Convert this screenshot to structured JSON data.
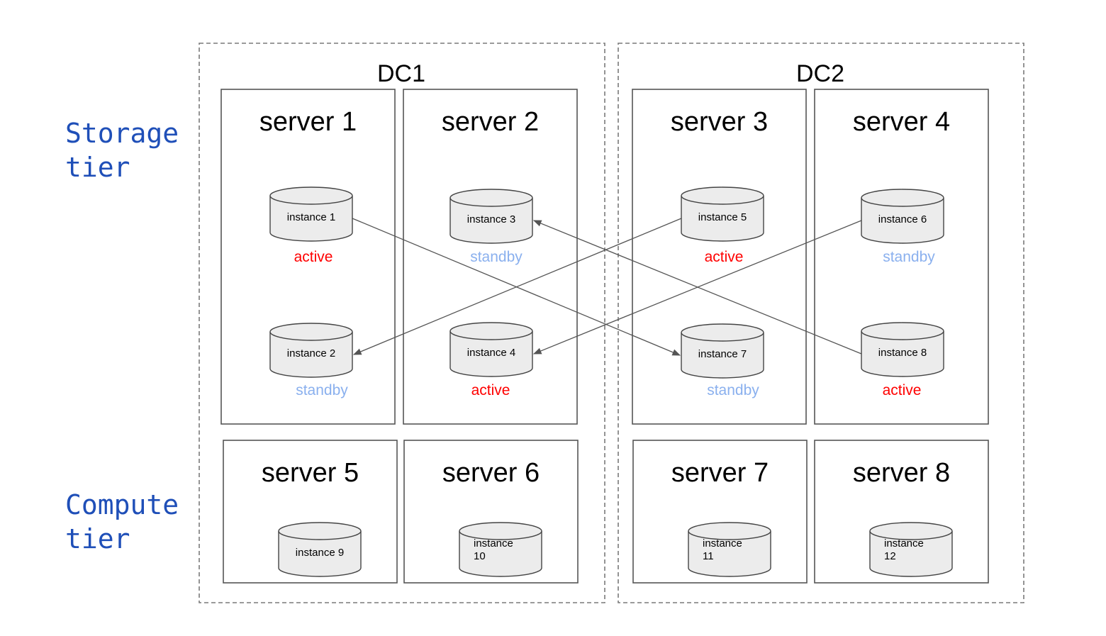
{
  "tiers": {
    "storage": "Storage\ntier",
    "compute": "Compute\ntier"
  },
  "datacenters": [
    {
      "id": "dc1",
      "label": "DC1"
    },
    {
      "id": "dc2",
      "label": "DC2"
    }
  ],
  "servers": [
    {
      "id": "s1",
      "label": "server 1"
    },
    {
      "id": "s2",
      "label": "server 2"
    },
    {
      "id": "s3",
      "label": "server 3"
    },
    {
      "id": "s4",
      "label": "server 4"
    },
    {
      "id": "s5",
      "label": "server 5"
    },
    {
      "id": "s6",
      "label": "server 6"
    },
    {
      "id": "s7",
      "label": "server 7"
    },
    {
      "id": "s8",
      "label": "server 8"
    }
  ],
  "instances": [
    {
      "id": "i1",
      "lines": [
        "instance 1"
      ],
      "status": "active"
    },
    {
      "id": "i2",
      "lines": [
        "instance 2"
      ],
      "status": "standby"
    },
    {
      "id": "i3",
      "lines": [
        "instance 3"
      ],
      "status": "standby"
    },
    {
      "id": "i4",
      "lines": [
        "instance 4"
      ],
      "status": "active"
    },
    {
      "id": "i5",
      "lines": [
        "instance 5"
      ],
      "status": "active"
    },
    {
      "id": "i6",
      "lines": [
        "instance 6"
      ],
      "status": "standby"
    },
    {
      "id": "i7",
      "lines": [
        "instance 7"
      ],
      "status": "standby"
    },
    {
      "id": "i8",
      "lines": [
        "instance 8"
      ],
      "status": "active"
    },
    {
      "id": "i9",
      "lines": [
        "instance 9"
      ],
      "status": ""
    },
    {
      "id": "i10",
      "lines": [
        "instance",
        "10"
      ],
      "status": ""
    },
    {
      "id": "i11",
      "lines": [
        "instance",
        "11"
      ],
      "status": ""
    },
    {
      "id": "i12",
      "lines": [
        "instance",
        "12"
      ],
      "status": ""
    }
  ],
  "replication": [
    {
      "from": "i1",
      "to": "i7"
    },
    {
      "from": "i5",
      "to": "i2"
    },
    {
      "from": "i6",
      "to": "i4"
    },
    {
      "from": "i8",
      "to": "i3"
    }
  ],
  "colors": {
    "active": "#ff0000",
    "standby": "#8ab0ee",
    "tier_label": "#1f4fb8",
    "line": "#555555",
    "cylinder_fill": "#ececec"
  }
}
